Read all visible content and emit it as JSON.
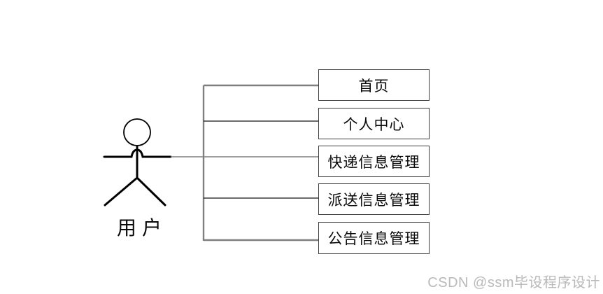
{
  "diagram": {
    "actor": {
      "label": "用户"
    },
    "usecases": [
      {
        "label": "首页"
      },
      {
        "label": "个人中心"
      },
      {
        "label": "快递信息管理"
      },
      {
        "label": "派送信息管理"
      },
      {
        "label": "公告信息管理"
      }
    ]
  },
  "watermark": {
    "text": "CSDN @ssm毕设程序设计"
  },
  "colors": {
    "background": "#ffffff",
    "box_border": "#3d3d3d",
    "box_text": "#0a0a0a",
    "figure_stroke": "#000000",
    "connector_gray": "#7f7f7f",
    "connector_black": "#141414",
    "watermark_gray": "#b9b9b9"
  }
}
